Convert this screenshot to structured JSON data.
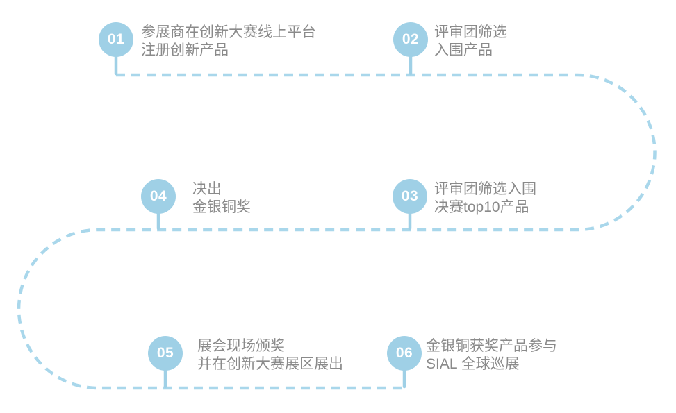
{
  "diagram": {
    "type": "process-flow",
    "steps": [
      {
        "number": "01",
        "line1": "参展商在创新大赛线上平台",
        "line2": "注册创新产品"
      },
      {
        "number": "02",
        "line1": "评审团筛选",
        "line2": "入围产品"
      },
      {
        "number": "03",
        "line1": "评审团筛选入围",
        "line2": "决赛top10产品"
      },
      {
        "number": "04",
        "line1": "决出",
        "line2": "金银铜奖"
      },
      {
        "number": "05",
        "line1": "展会现场颁奖",
        "line2": "并在创新大赛展区展出"
      },
      {
        "number": "06",
        "line1": "金银铜获奖产品参与",
        "line2": "SIAL 全球巡展"
      }
    ],
    "colors": {
      "circle": "#9FD0E6",
      "line": "#A9D7EB",
      "text": "#8A8A8A",
      "number": "#FFFFFF",
      "background": "#FFFFFF"
    }
  }
}
